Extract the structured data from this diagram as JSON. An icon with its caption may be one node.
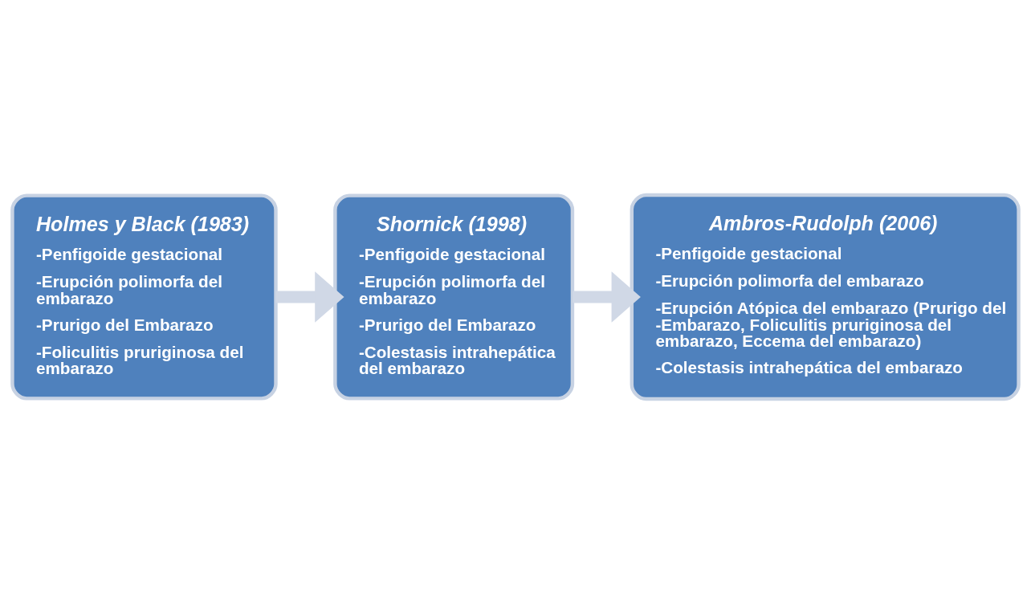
{
  "diagram": {
    "nodes": [
      {
        "text": [
          "Holmes y Black (1983)",
          "-Penfigoide gestacional",
          "-Erupción polimorfa del embarazo",
          "-Prurigo del Embarazo",
          "-Foliculitis pruriginosa del embarazo"
        ]
      },
      {
        "text": [
          "Shornick (1998)",
          "-Penfigoide gestacional",
          "-Erupción polimorfa del embarazo",
          "-Prurigo del Embarazo",
          "-Colestasis intrahepática del embarazo"
        ]
      },
      {
        "text": [
          "Ambros-Rudolph (2006)",
          "-Penfigoide gestacional",
          "-Erupción polimorfa del embarazo",
          "-Erupción Atópica del embarazo (Prurigo del -Embarazo, Foliculitis pruriginosa del embarazo, Eccema del embarazo)",
          "-Colestasis intrahepática del embarazo"
        ]
      }
    ],
    "edges": [
      {
        "from": 0,
        "to": 1,
        "arrow": "to"
      },
      {
        "from": 1,
        "to": 2,
        "arrow": "to"
      }
    ]
  }
}
